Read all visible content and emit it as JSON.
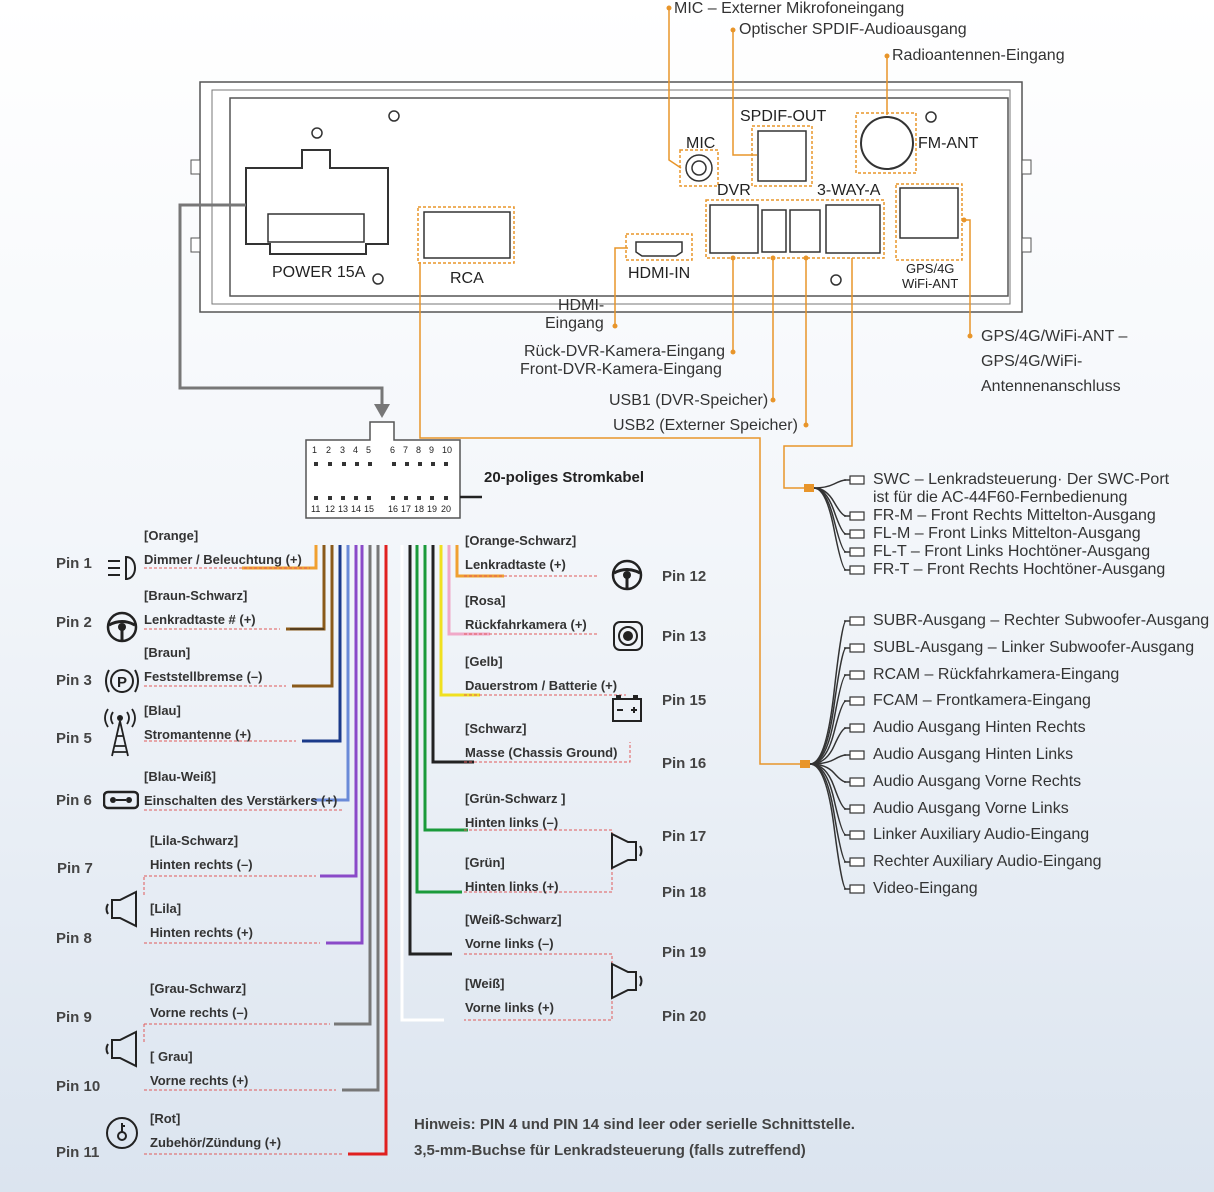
{
  "top_labels": {
    "mic": "MIC – Externer Mikrofoneingang",
    "spdif": "Optischer SPDIF-Audioausgang",
    "radio": "Radioantennen-Eingang",
    "hdmi": [
      "HDMI-",
      "Eingang"
    ],
    "dvr": [
      "Rück-DVR-Kamera-Eingang",
      "Front-DVR-Kamera-Eingang"
    ],
    "usb1": "USB1 (DVR-Speicher)",
    "usb2": "USB2 (Externer Speicher)",
    "gps": [
      "GPS/4G/WiFi-ANT –",
      "GPS/4G/WiFi-",
      "Antennenanschluss"
    ]
  },
  "panel": {
    "power": "POWER 15A",
    "rca": "RCA",
    "hdmi_in": "HDMI-IN",
    "mic": "MIC",
    "spdif_out": "SPDIF-OUT",
    "dvr": "DVR",
    "threeway": "3-WAY-A",
    "fm_ant": "FM-ANT",
    "gps_ant": [
      "GPS/4G",
      "WiFi-ANT"
    ]
  },
  "connector": {
    "title": "20-poliges Stromkabel",
    "top_pins": [
      "1",
      "2",
      "3",
      "4",
      "5",
      "6",
      "7",
      "8",
      "9",
      "10"
    ],
    "bottom_pins": [
      "11",
      "12",
      "13",
      "14",
      "15",
      "16",
      "17",
      "18",
      "19",
      "20"
    ]
  },
  "left_pins": [
    {
      "pin": "Pin 1",
      "color": "[Orange]",
      "func": "Dimmer / Beleuchtung (+)",
      "icon": "headlight-icon"
    },
    {
      "pin": "Pin 2",
      "color": "[Braun-Schwarz]",
      "func": "Lenkradtaste # (+)",
      "icon": "steering-wheel-icon"
    },
    {
      "pin": "Pin 3",
      "color": "[Braun]",
      "func": "Feststellbremse (–)",
      "icon": "parking-brake-icon"
    },
    {
      "pin": "Pin 5",
      "color": "[Blau]",
      "func": "Stromantenne (+)",
      "icon": "antenna-icon"
    },
    {
      "pin": "Pin 6",
      "color": "[Blau-Weiß]",
      "func": "Einschalten des Verstärkers (+)",
      "icon": "amplifier-icon"
    },
    {
      "pin": "Pin 7",
      "color": "[Lila-Schwarz]",
      "func": "Hinten rechts (–)",
      "icon": ""
    },
    {
      "pin": "Pin 8",
      "color": "[Lila]",
      "func": "Hinten rechts (+)",
      "icon": "speaker-icon"
    },
    {
      "pin": "Pin 9",
      "color": "[Grau-Schwarz]",
      "func": "Vorne rechts (–)",
      "icon": ""
    },
    {
      "pin": "Pin 10",
      "color": "[ Grau]",
      "func": "Vorne rechts (+)",
      "icon": "speaker-icon"
    },
    {
      "pin": "Pin 11",
      "color": "[Rot]",
      "func": "Zubehör/Zündung (+)",
      "icon": "ignition-key-icon"
    }
  ],
  "right_pins": [
    {
      "pin": "Pin 12",
      "color": "[Orange-Schwarz]",
      "func": "Lenkradtaste (+)"
    },
    {
      "pin": "Pin 13",
      "color": "[Rosa]",
      "func": "Rückfahrkamera (+)"
    },
    {
      "pin": "Pin 15",
      "color": "[Gelb]",
      "func": "Dauerstrom / Batterie (+)"
    },
    {
      "pin": "Pin 16",
      "color": "[Schwarz]",
      "func": "Masse (Chassis Ground)"
    },
    {
      "pin": "Pin 17",
      "color": "[Grün-Schwarz ]",
      "func": "Hinten links (–)"
    },
    {
      "pin": "Pin 18",
      "color": "[Grün]",
      "func": "Hinten links (+)"
    },
    {
      "pin": "Pin 19",
      "color": "[Weiß-Schwarz]",
      "func": "Vorne links (–)"
    },
    {
      "pin": "Pin 20",
      "color": "[Weiß]",
      "func": "Vorne links (+)"
    }
  ],
  "swc_group": [
    "SWC – Lenkradsteuerung· Der SWC-Port",
    "ist für die AC-44F60-Fernbedienung",
    "FR-M – Front Rechts Mittelton-Ausgang",
    "FL-M – Front Links Mittelton-Ausgang",
    "FL-T – Front Links Hochtöner-Ausgang",
    "FR-T – Front Rechts Hochtöner-Ausgang"
  ],
  "rca_group": [
    "SUBR-Ausgang – Rechter Subwoofer-Ausgang",
    "SUBL-Ausgang – Linker Subwoofer-Ausgang",
    "RCAM – Rückfahrkamera-Eingang",
    "FCAM – Frontkamera-Eingang",
    "Audio Ausgang Hinten Rechts",
    "Audio Ausgang Hinten Links",
    "Audio Ausgang Vorne Rechts",
    "Audio Ausgang Vorne Links",
    "Linker Auxiliary Audio-Eingang",
    "Rechter Auxiliary Audio-Eingang",
    "Video-Eingang"
  ],
  "notes": [
    "Hinweis: PIN 4 und PIN 14 sind leer oder serielle Schnittstelle.",
    "3,5-mm-Buchse für Lenkradsteuerung (falls zutreffend)"
  ],
  "colors": {
    "accent": "#e8952a",
    "orange": "#f0a030",
    "brown": "#8a5a1a",
    "blue": "#1b3a8a",
    "blue_white": "#6a8ad8",
    "purple": "#8a4ac8",
    "gray": "#777777",
    "red": "#e02020",
    "pink": "#f0a8c8",
    "yellow": "#f0e020",
    "green": "#1a9a3a",
    "white": "#ffffff"
  }
}
